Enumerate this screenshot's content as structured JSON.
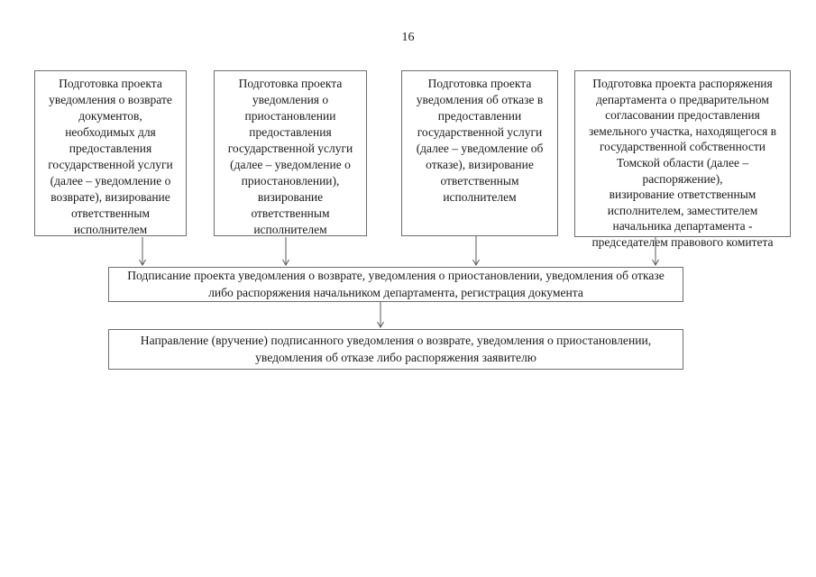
{
  "page": {
    "number": "16"
  },
  "flowchart": {
    "top_boxes": [
      {
        "id": "return-notice",
        "text": "Подготовка проекта\nуведомления о возврате\nдокументов,\nнеобходимых для\nпредоставления\nгосударственной услуги\n(далее – уведомление о\nвозврате), визирование\nответственным\nисполнителем"
      },
      {
        "id": "suspension-notice",
        "text": "Подготовка проекта\nуведомления о\nприостановлении\nпредоставления\nгосударственной услуги\n(далее – уведомление о\nприостановлении),\nвизирование\nответственным\nисполнителем"
      },
      {
        "id": "refusal-notice",
        "text": "Подготовка проекта\nуведомления об отказе в\nпредоставлении\nгосударственной услуги\n(далее – уведомление об\nотказе), визирование\nответственным\nисполнителем"
      },
      {
        "id": "order-preparation",
        "text": "Подготовка проекта распоряжения\nдепартамента о предварительном\nсогласовании предоставления\nземельного участка, находящегося в\nгосударственной собственности\nТомской области (далее –\nраспоряжение),\nвизирование ответственным\nисполнителем, заместителем\nначальника департамента -\nпредседателем правового комитета"
      }
    ],
    "sign_box": {
      "text": "Подписание проекта уведомления о возврате, уведомления о приостановлении, уведомления об отказе\nлибо распоряжения начальником департамента, регистрация документа"
    },
    "delivery_box": {
      "text": "Направление (вручение) подписанного уведомления о возврате, уведомления о приостановлении,\nуведомления об отказе либо распоряжения заявителю"
    }
  },
  "colors": {
    "background": "#ffffff",
    "border": "#6e6e6e",
    "text": "#1a1a1a"
  }
}
